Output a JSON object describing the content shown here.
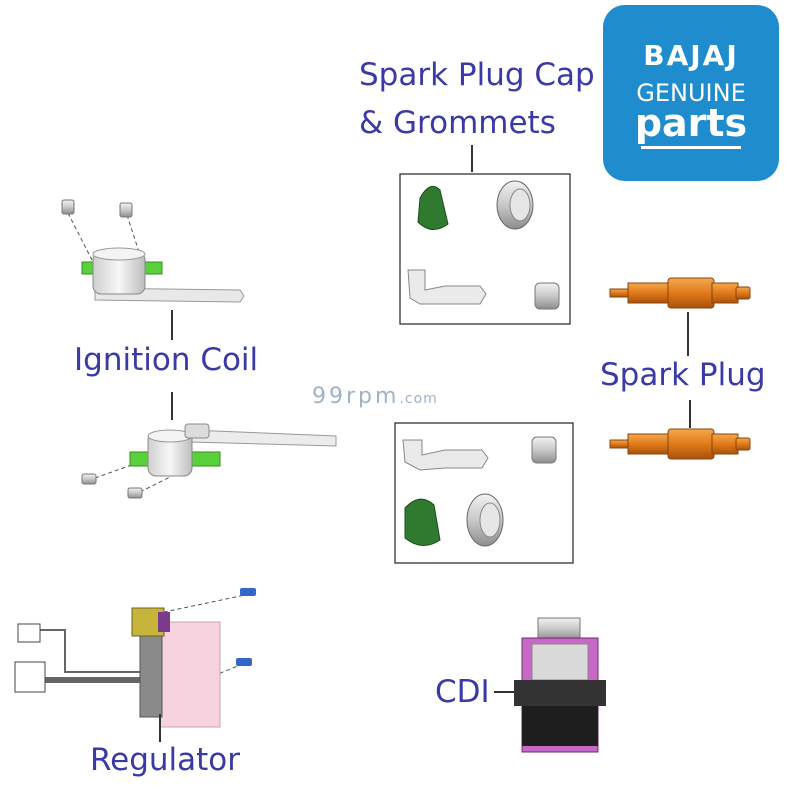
{
  "labels": {
    "spark_plug_cap_line1": "Spark Plug Cap",
    "spark_plug_cap_line2": "& Grommets",
    "ignition_coil": "Ignition Coil",
    "spark_plug": "Spark Plug",
    "cdi": "CDI",
    "regulator": "Regulator"
  },
  "logo": {
    "brand": "BAJAJ",
    "genuine": "GENUINE",
    "parts": "parts"
  },
  "watermark": {
    "main": "99rpm",
    "suffix": ".com"
  },
  "colors": {
    "label_text": "#3a3aa6",
    "logo_bg": "#1f8ccd",
    "spark_plug": "#e0801f",
    "grommet_green": "#2f7a2f",
    "clip_green": "#59d13a",
    "regulator_pink": "#f6d3df",
    "cdi_magenta": "#c768c6"
  }
}
